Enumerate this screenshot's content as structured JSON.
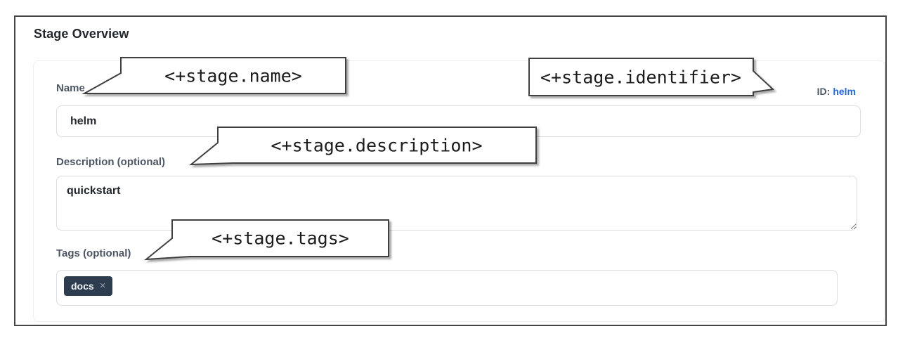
{
  "panel": {
    "title": "Stage Overview"
  },
  "form": {
    "name": {
      "label": "Name",
      "value": "helm"
    },
    "id": {
      "label": "ID:",
      "value": "helm"
    },
    "description": {
      "label": "Description (optional)",
      "value": "quickstart"
    },
    "tags": {
      "label": "Tags (optional)",
      "chips": [
        {
          "text": "docs",
          "remove": "×"
        }
      ]
    }
  },
  "callouts": {
    "name": "<+stage.name>",
    "identifier": "<+stage.identifier>",
    "description": "<+stage.description>",
    "tags": "<+stage.tags>"
  },
  "colors": {
    "id_link": "#2368e0",
    "tag_chip_bg": "#2e3c50",
    "callout_border": "#3f3f3f",
    "label_text": "#4d5664",
    "frame_border": "#454545"
  }
}
